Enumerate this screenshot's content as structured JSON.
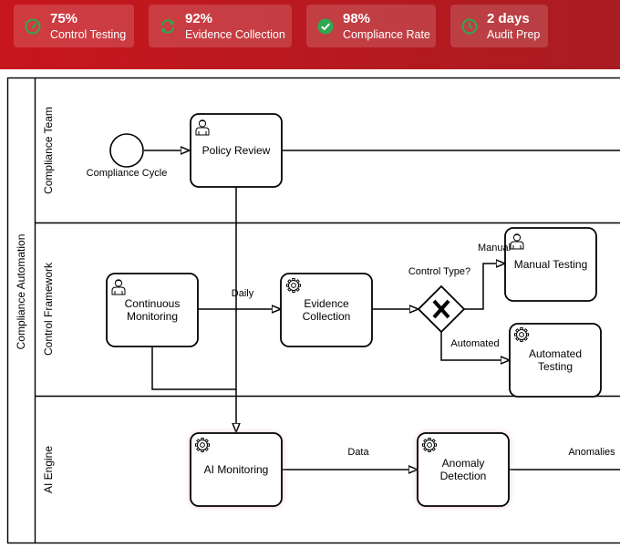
{
  "stats": [
    {
      "value": "75%",
      "label": "Control Testing",
      "icon": "gauge-icon"
    },
    {
      "value": "92%",
      "label": "Evidence Collection",
      "icon": "refresh-icon"
    },
    {
      "value": "98%",
      "label": "Compliance Rate",
      "icon": "check-circle-icon"
    },
    {
      "value": "2 days",
      "label": "Audit Prep",
      "icon": "clock-icon"
    }
  ],
  "colors": {
    "header": "#c8161d",
    "icon_green": "#2fa84f",
    "glow": "#e9a0a8",
    "stroke": "#000000"
  },
  "pool": {
    "label": "Compliance Automation"
  },
  "lanes": {
    "compliance_team": "Compliance Team",
    "control_framework": "Control Framework",
    "ai_engine": "AI Engine"
  },
  "events": {
    "start": "Compliance Cycle"
  },
  "tasks": {
    "policy_review": "Policy Review",
    "continuous_monitoring": [
      "Continuous",
      "Monitoring"
    ],
    "evidence_collection": [
      "Evidence",
      "Collection"
    ],
    "manual_testing": "Manual Testing",
    "automated_testing": [
      "Automated",
      "Testing"
    ],
    "ai_monitoring": "AI Monitoring",
    "anomaly_detection": [
      "Anomaly",
      "Detection"
    ]
  },
  "gateway": {
    "label": "Control Type?"
  },
  "flows": {
    "daily": "Daily",
    "manual": "Manual",
    "automated": "Automated",
    "data": "Data",
    "anomalies": "Anomalies"
  }
}
